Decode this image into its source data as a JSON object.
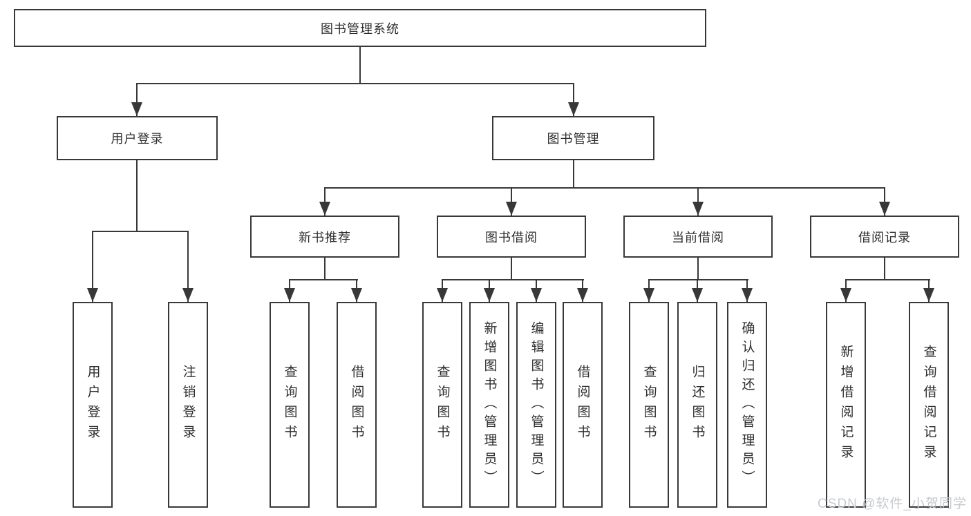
{
  "diagram_type": "hierarchy-flowchart",
  "tree": {
    "label": "图书管理系统",
    "children": [
      {
        "label": "用户登录",
        "children": [
          {
            "label": "用户登录"
          },
          {
            "label": "注销登录"
          }
        ]
      },
      {
        "label": "图书管理",
        "children": [
          {
            "label": "新书推荐",
            "children": [
              {
                "label": "查询图书"
              },
              {
                "label": "借阅图书"
              }
            ]
          },
          {
            "label": "图书借阅",
            "children": [
              {
                "label": "查询图书"
              },
              {
                "label": "新增图书（管理员）"
              },
              {
                "label": "编辑图书（管理员）"
              },
              {
                "label": "借阅图书"
              }
            ]
          },
          {
            "label": "当前借阅",
            "children": [
              {
                "label": "查询图书"
              },
              {
                "label": "归还图书"
              },
              {
                "label": "确认归还（管理员）"
              }
            ]
          },
          {
            "label": "借阅记录",
            "children": [
              {
                "label": "新增借阅记录"
              },
              {
                "label": "查询借阅记录"
              }
            ]
          }
        ]
      }
    ]
  },
  "watermark": "CSDN @软件_小贺同学",
  "colors": {
    "line": "#383838",
    "text": "#2e2e2e",
    "watermark": "#c6cad0",
    "background": "#ffffff"
  }
}
